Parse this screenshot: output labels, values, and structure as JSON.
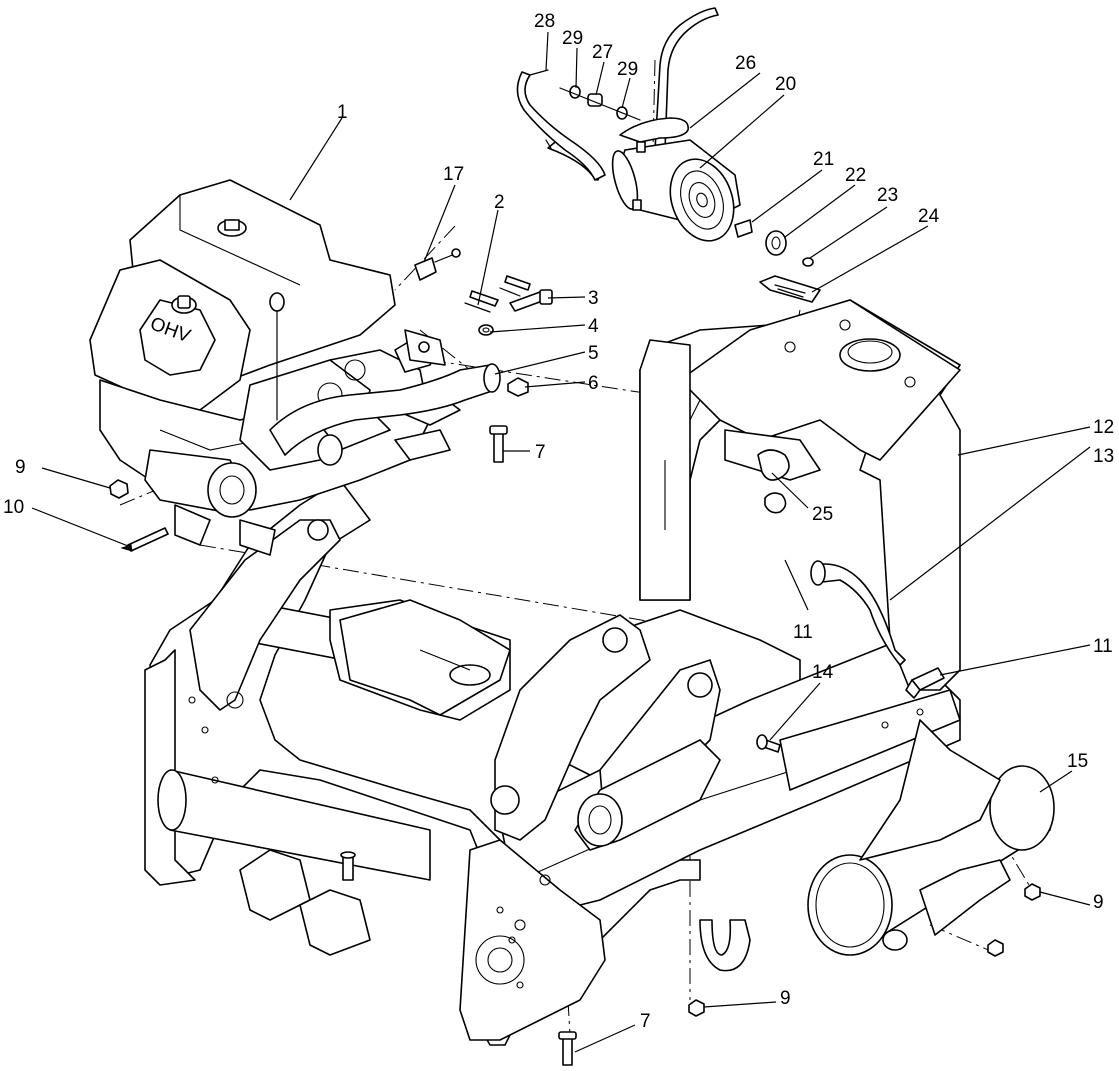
{
  "callouts": {
    "c1": "1",
    "c2": "2",
    "c3": "3",
    "c4": "4",
    "c5": "5",
    "c6": "6",
    "c7a": "7",
    "c7b": "7",
    "c9a": "9",
    "c9b": "9",
    "c9c": "9",
    "c10": "10",
    "c11a": "11",
    "c11b": "11",
    "c12": "12",
    "c13": "13",
    "c14": "14",
    "c15": "15",
    "c17": "17",
    "c20": "20",
    "c21": "21",
    "c22": "22",
    "c23": "23",
    "c24": "24",
    "c25": "25",
    "c26": "26",
    "c27": "27",
    "c28": "28",
    "c29a": "29",
    "c29b": "29"
  }
}
